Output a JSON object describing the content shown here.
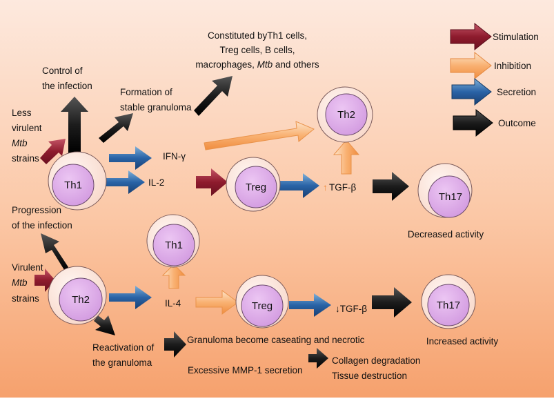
{
  "legend": {
    "stimulation": "Stimulation",
    "inhibition": "Inhibition",
    "secretion": "Secretion",
    "outcome": "Outcome"
  },
  "cells": {
    "th1_main": "Th1",
    "treg_top": "Treg",
    "th2_top": "Th2",
    "th17_top": "Th17",
    "th1_bottom": "Th1",
    "th2_main": "Th2",
    "treg_bottom": "Treg",
    "th17_bottom": "Th17"
  },
  "labels": {
    "control_line1": "Control of",
    "control_line2": "the infection",
    "formation_line1": "Formation of",
    "formation_line2": "stable granuloma",
    "constituted_line1": "Constituted byTh1 cells,",
    "constituted_line2": "Treg cells, B cells,",
    "constituted_line3_prefix": "macrophages, ",
    "constituted_line3_italic": "Mtb",
    "constituted_line3_suffix": " and others",
    "less_line1": "Less",
    "less_line2": "virulent",
    "less_line3": "Mtb",
    "less_line4": "strains",
    "ifn": "IFN-γ",
    "il2": "IL-2",
    "tgf_top": "TGF-β",
    "tgf_top_arrow": "↑",
    "decreased": "Decreased activity",
    "progression_line1": "Progression",
    "progression_line2": "of the infection",
    "virulent_line1": "Virulent",
    "virulent_line2": "Mtb",
    "virulent_line3": "strains",
    "il4": "IL-4",
    "tgf_bottom": "↓TGF-β",
    "increased": "Increased activity",
    "reactivation_line1": "Reactivation of",
    "reactivation_line2": "the granuloma",
    "caseating": "Granuloma become caseating and necrotic",
    "mmp1": "Excessive MMP-1 secretion",
    "collagen": "Collagen degradation",
    "tissue": "Tissue destruction"
  },
  "colors": {
    "stimulation": "#8b1a2c",
    "inhibition": "#f7a257",
    "secretion": "#1f4e8c",
    "outcome": "#000000",
    "cell_outer": "#fbe3d8",
    "cell_inner": "#dba4e6"
  }
}
